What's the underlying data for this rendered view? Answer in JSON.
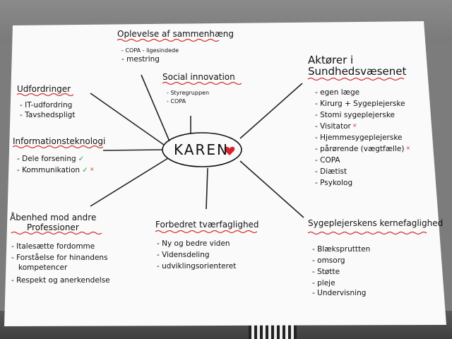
{
  "center": {
    "name": "KAREN",
    "heart_color": "#d4242c"
  },
  "branches": {
    "oplevelse": {
      "heading": "Oplevelse af sammenhæng",
      "items": [
        "COPA - ligesindede",
        "mestring"
      ]
    },
    "social": {
      "heading": "Social innovation",
      "items": [
        "Styregruppen",
        "COPA"
      ]
    },
    "udfordringer": {
      "heading": "Udfordringer",
      "items": [
        "IT-udfordring",
        "Tavshedspligt"
      ]
    },
    "it": {
      "heading": "Informationsteknologi",
      "items": [
        "Dele forsening",
        "Kommunikation"
      ],
      "marks": [
        "✓",
        "✓"
      ]
    },
    "aabenhed": {
      "heading_line1": "Åbenhed mod andre",
      "heading_line2": "Professioner",
      "items": [
        "Italesætte fordomme",
        "Forståelse for hinandens",
        "kompetencer",
        "Respekt og anerkendelse"
      ]
    },
    "tvaer": {
      "heading": "Forbedret tværfaglighed",
      "items": [
        "Ny og bedre viden",
        "Vidensdeling",
        "udviklingsorienteret"
      ]
    },
    "aktoerer": {
      "heading_line1": "Aktører i",
      "heading_line2": "Sundhedsvæsenet",
      "items": [
        "egen læge",
        "Kirurg + Sygeplejerske",
        "Stomi sygeplejerske",
        "Visitator",
        "Hjemmesygeplejerske",
        "pårørende (vægtfælle)",
        "COPA",
        "Diætist",
        "Psykolog"
      ]
    },
    "kerne": {
      "heading": "Sygeplejerskens kernefaglighed",
      "items": [
        "Blækspruttten",
        "omsorg",
        "Støtte",
        "pleje",
        "Undervisning"
      ]
    }
  },
  "colors": {
    "ink": "#111111",
    "underline": "#d32f2f",
    "check": "#2a9d3a",
    "paper": "#fafafa"
  }
}
